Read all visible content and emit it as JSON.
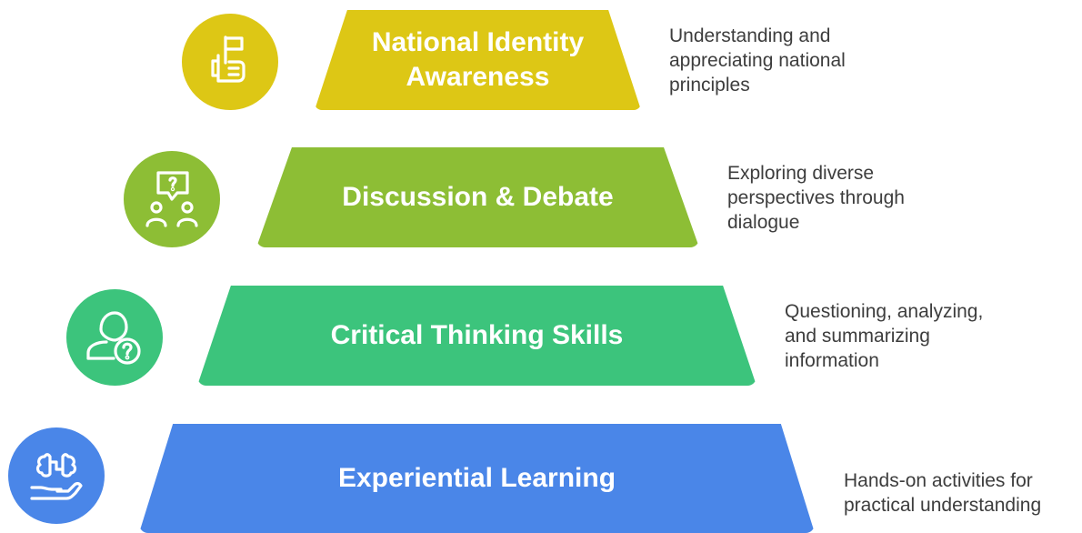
{
  "tiers": [
    {
      "title_lines": [
        "National Identity",
        "Awareness"
      ],
      "description": "Understanding and\nappreciating national\nprinciples",
      "color": "#DDC715",
      "icon": "hand-flag-icon"
    },
    {
      "title_lines": [
        "Discussion & Debate"
      ],
      "description": "Exploring diverse\nperspectives through\ndialogue",
      "color": "#8DBE35",
      "icon": "discussion-people-icon"
    },
    {
      "title_lines": [
        "Critical Thinking Skills"
      ],
      "description": "Questioning, analyzing,\nand summarizing\ninformation",
      "color": "#3CC47C",
      "icon": "person-question-icon"
    },
    {
      "title_lines": [
        "Experiential Learning"
      ],
      "description": "Hands-on activities for\npractical understanding",
      "color": "#4A86E8",
      "icon": "brain-hand-icon"
    }
  ]
}
